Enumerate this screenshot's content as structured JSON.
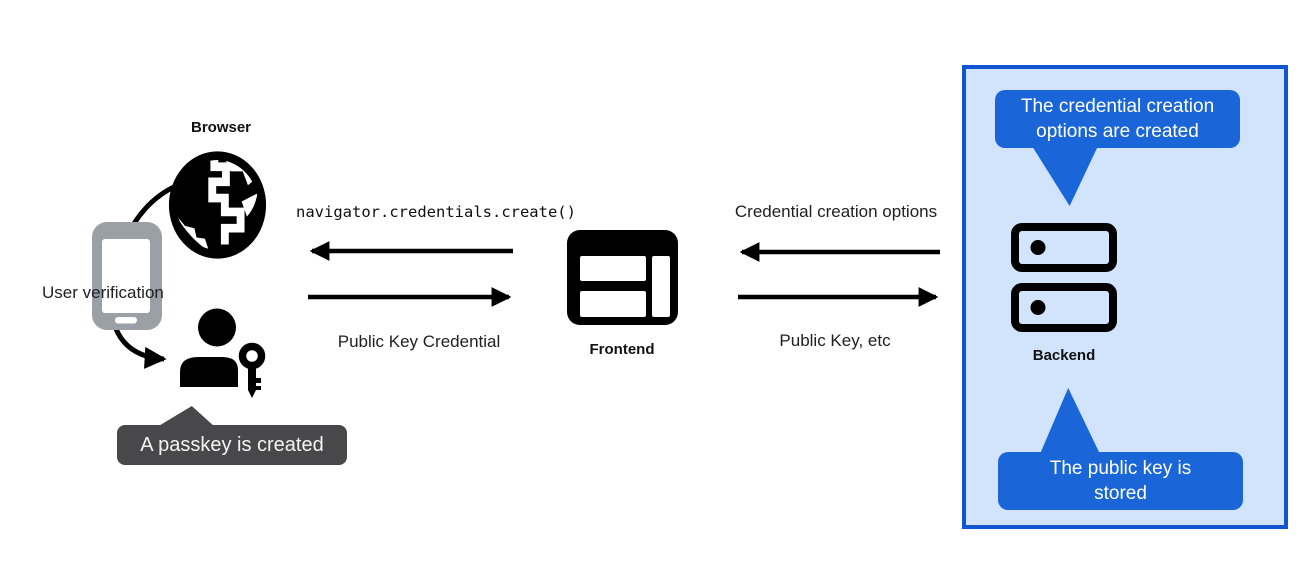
{
  "labels": {
    "browser": "Browser",
    "user_verification": "User verification",
    "api_call": "navigator.credentials.create()",
    "public_key_credential": "Public Key Credential",
    "frontend": "Frontend",
    "credential_creation_options": "Credential creation options",
    "public_key_etc": "Public Key, etc",
    "backend": "Backend"
  },
  "tooltip": {
    "passkey_created": "A passkey is created"
  },
  "bubbles": {
    "options_line1": "The credential creation",
    "options_line2": "options are created",
    "stored_line1": "The public key is",
    "stored_line2": "stored"
  },
  "colors": {
    "bubble_blue": "#1a66d9",
    "panel_border": "#1056d2",
    "panel_bg": "#d2e3fc",
    "tooltip_bg": "#48484a",
    "phone_gray": "#9aa0a6",
    "icon_black": "#000000"
  },
  "icons": {
    "globe": "globe-icon",
    "phone": "phone-icon",
    "person_key": "person-key-icon",
    "frontend_window": "browser-window-icon",
    "server": "server-icon"
  }
}
